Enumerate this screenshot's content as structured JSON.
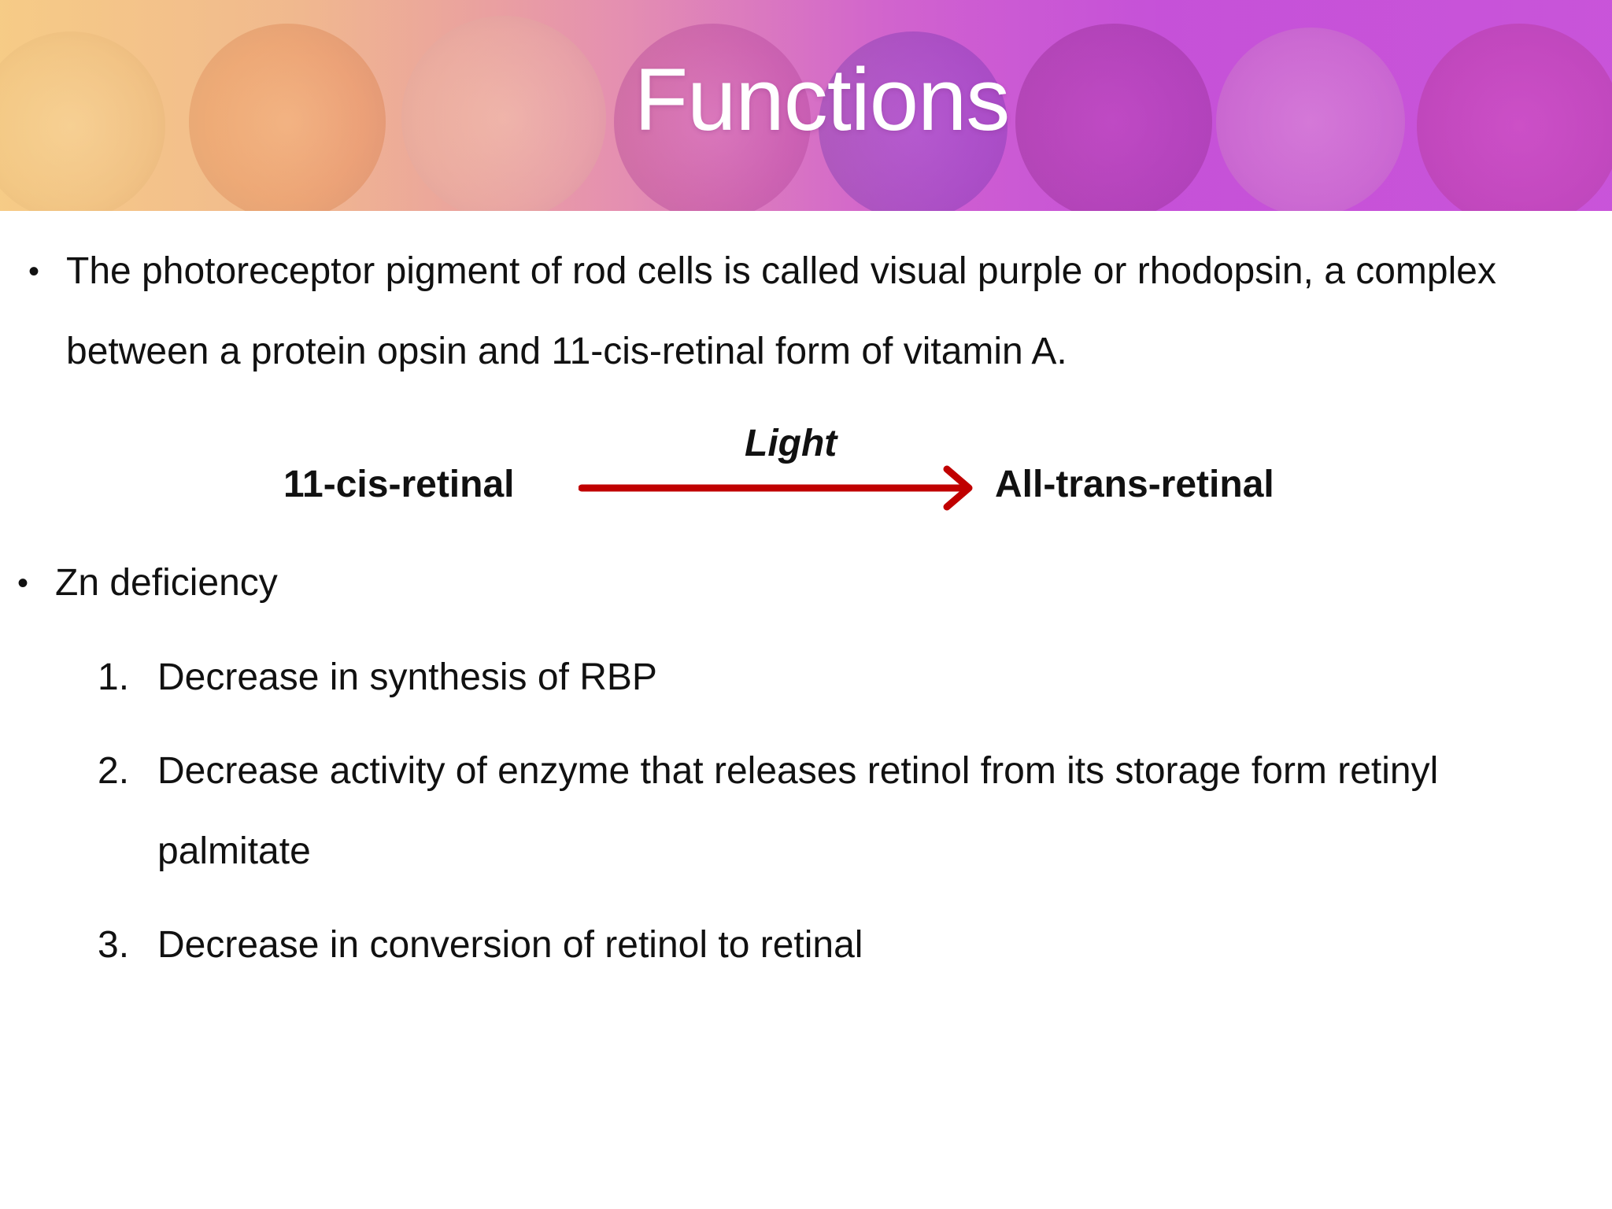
{
  "slide": {
    "title": "Functions",
    "colors": {
      "arrow": "#c00000",
      "title_text": "#ffffff",
      "banner_left": "#f3c27a",
      "banner_right": "#c956d8"
    },
    "bullet1": {
      "marker": "•",
      "text": "The photoreceptor pigment of rod cells is called visual purple or rhodopsin, a complex between a protein opsin and 11-cis-retinal form of vitamin A."
    },
    "reaction": {
      "reactant": "11-cis-retinal",
      "condition": "Light",
      "product": "All-trans-retinal"
    },
    "bullet2": {
      "marker": "•",
      "text": "Zn deficiency"
    },
    "list": [
      {
        "label": "1.",
        "text": "Decrease in synthesis of RBP"
      },
      {
        "label": "2.",
        "text": "Decrease activity of enzyme that releases retinol from its storage form retinyl palmitate"
      },
      {
        "label": "3.",
        "text": "Decrease in conversion of retinol to retinal"
      }
    ]
  }
}
